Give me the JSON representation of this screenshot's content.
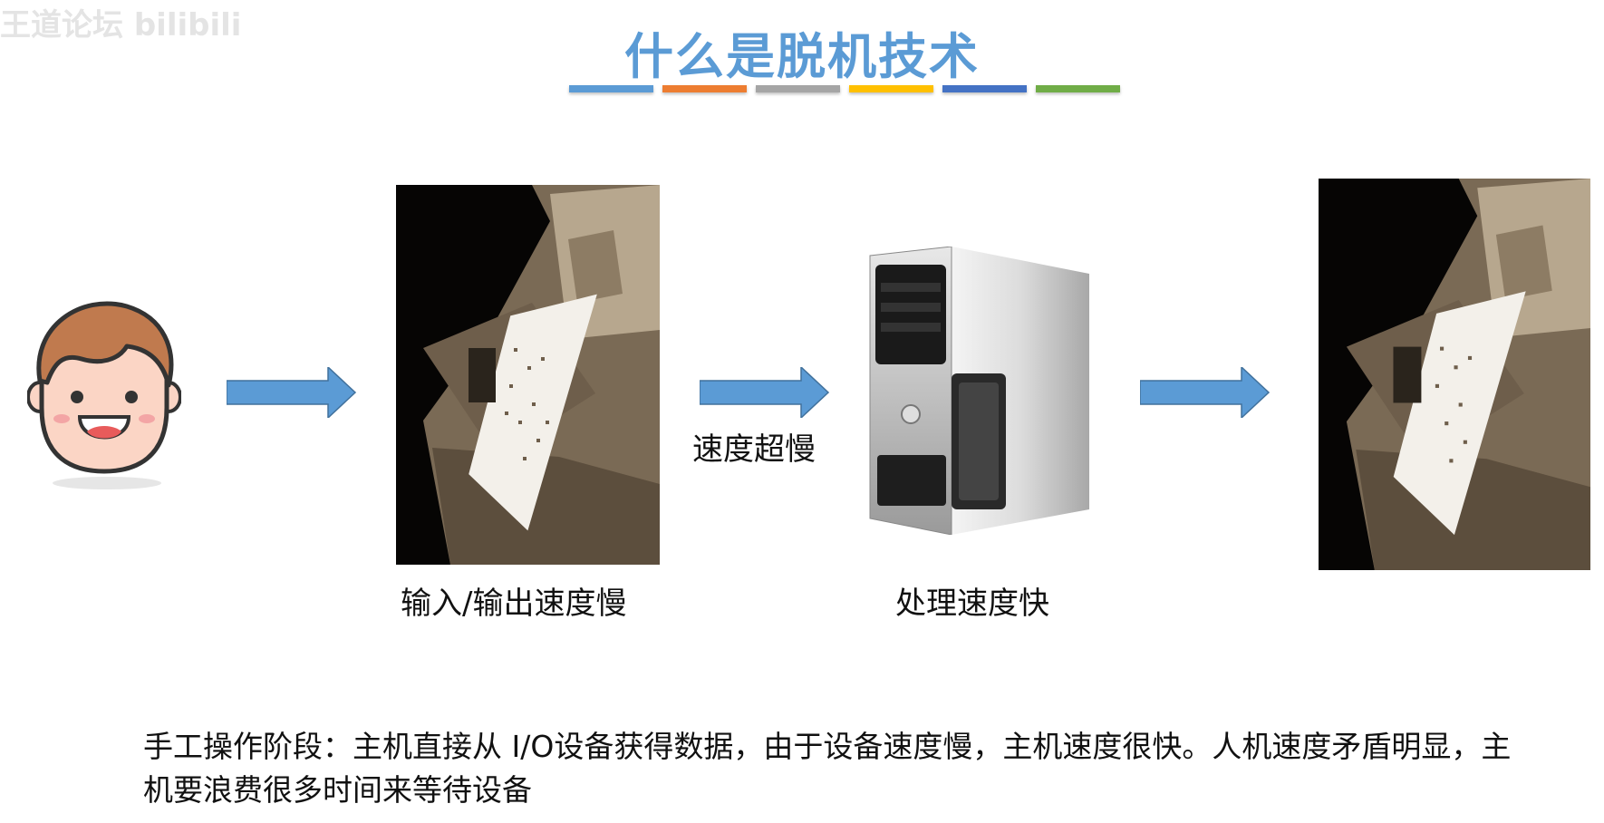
{
  "watermark": "王道论坛 bilibili",
  "title": "什么是脱机技术",
  "color_bars": [
    "#5b9bd5",
    "#ed7d31",
    "#a5a5a5",
    "#ffc000",
    "#4472c4",
    "#70ad47"
  ],
  "captions": {
    "io_slow": "输入/输出速度慢",
    "super_slow": "速度超慢",
    "fast_processing": "处理速度快"
  },
  "description": "手工操作阶段：主机直接从 I/O设备获得数据，由于设备速度慢，主机速度很快。人机速度矛盾明显，主机要浪费很多时间来等待设备",
  "icons": [
    "person-face-icon",
    "arrow-right-icon",
    "card-reader-photo",
    "computer-tower-icon"
  ],
  "colors": {
    "title": "#5b9bd5",
    "arrow": "#5b9bd5",
    "face_skin": "#fbd5c5",
    "hair": "#c07a4e"
  }
}
